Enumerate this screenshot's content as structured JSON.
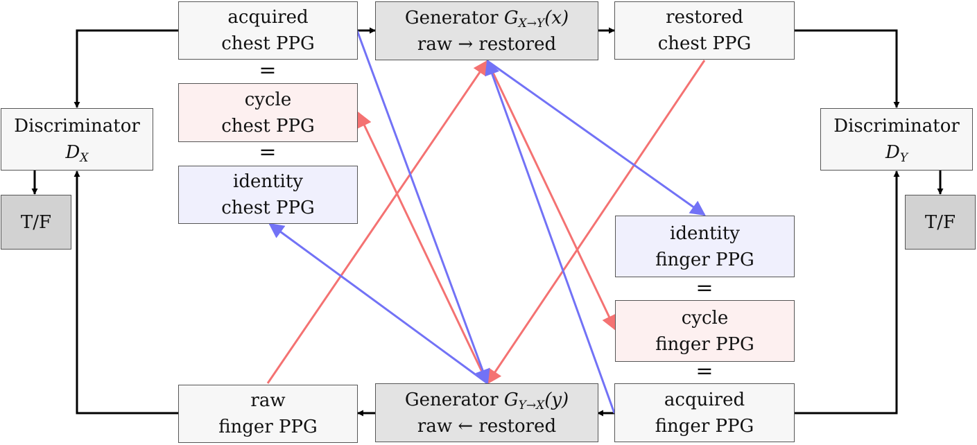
{
  "boxes": {
    "acq_chest": [
      "acquired",
      "chest PPG"
    ],
    "gen_xy": {
      "prefix": "Generator ",
      "symbol": "G",
      "sub": "X→Y",
      "arg": "(x)",
      "line2": "raw → restored"
    },
    "rest_chest": [
      "restored",
      "chest PPG"
    ],
    "cyc_chest": [
      "cycle",
      "chest PPG"
    ],
    "id_chest": [
      "identity",
      "chest PPG"
    ],
    "disc_x": {
      "line1": "Discriminator",
      "symbol": "D",
      "sub": "X"
    },
    "disc_y": {
      "line1": "Discriminator",
      "symbol": "D",
      "sub": "Y"
    },
    "tf_x": "T/F",
    "tf_y": "T/F",
    "id_finger": [
      "identity",
      "finger PPG"
    ],
    "cyc_finger": [
      "cycle",
      "finger PPG"
    ],
    "acq_finger": [
      "acquired",
      "finger PPG"
    ],
    "gen_yx": {
      "prefix": "Generator ",
      "symbol": "G",
      "sub": "Y→X",
      "arg": "(y)",
      "line2": "raw ← restored"
    },
    "raw_finger": [
      "raw",
      "finger PPG"
    ]
  },
  "equals": "=",
  "colors": {
    "box_border": "#555555",
    "plain_fill": "#f7f7f7",
    "generator_fill": "#e3e3e3",
    "cycle_fill": "#fdf0f0",
    "identity_fill": "#f0f0fd",
    "tf_fill": "#d2d2d2",
    "cycle_arrow": "#f47272",
    "identity_arrow": "#7272f6",
    "flow_arrow": "#000000"
  }
}
